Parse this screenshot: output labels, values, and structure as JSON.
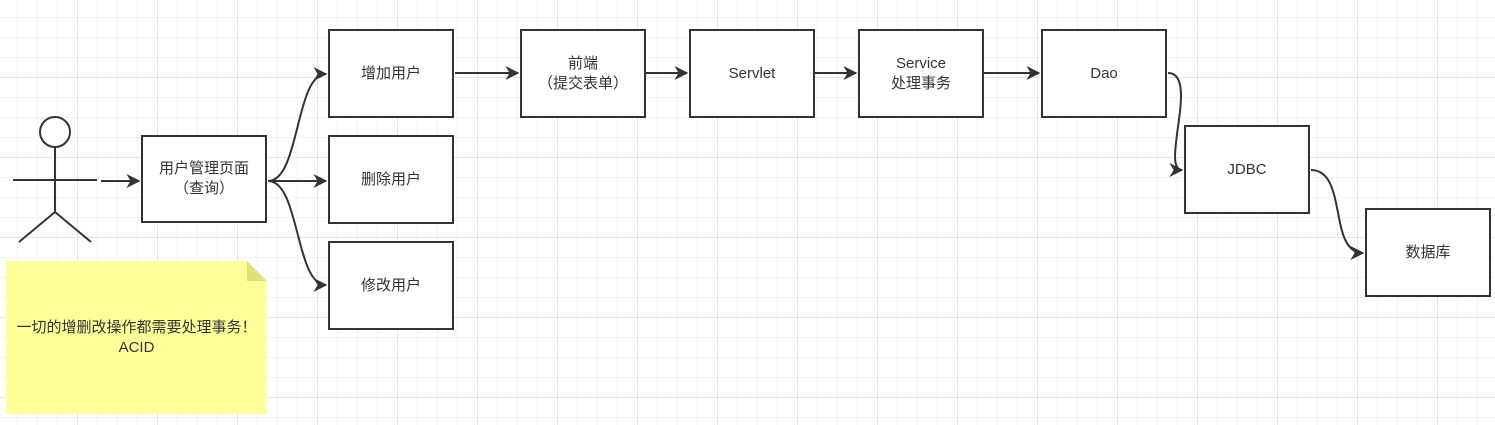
{
  "nodes": {
    "user_page": {
      "line1": "用户管理页面",
      "line2": "（查询）"
    },
    "add_user": {
      "label": "增加用户"
    },
    "delete_user": {
      "label": "删除用户"
    },
    "modify_user": {
      "label": "修改用户"
    },
    "frontend": {
      "line1": "前端",
      "line2": "（提交表单）"
    },
    "servlet": {
      "label": "Servlet"
    },
    "service": {
      "line1": "Service",
      "line2": "处理事务"
    },
    "dao": {
      "label": "Dao"
    },
    "jdbc": {
      "label": "JDBC"
    },
    "database": {
      "label": "数据库"
    }
  },
  "note": {
    "text": "一切的增删改操作都需要处理事务！ ACID"
  },
  "colors": {
    "stroke": "#333333",
    "note_fill": "#ffff99",
    "grid": "#e4e4e4"
  }
}
